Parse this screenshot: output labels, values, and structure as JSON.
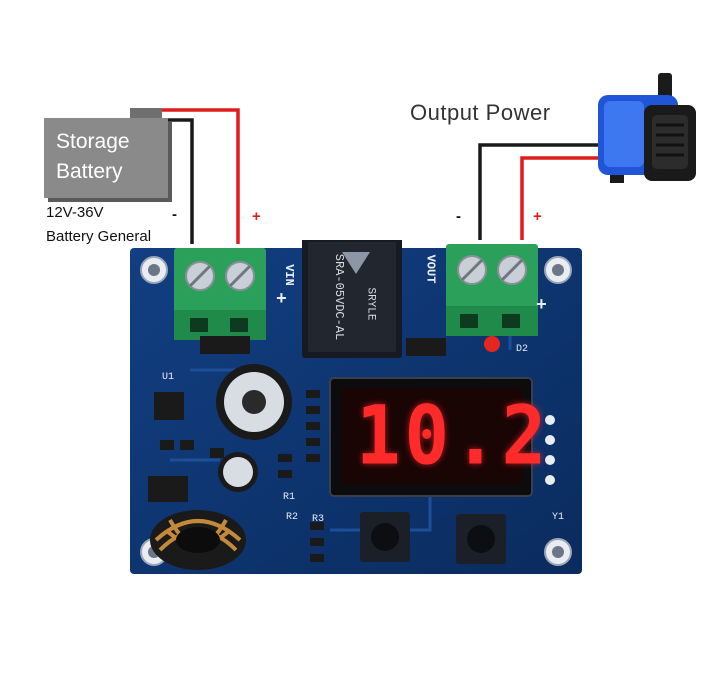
{
  "battery": {
    "line1": "Storage",
    "line2": "Battery"
  },
  "battery_spec": {
    "line1": "12V-36V",
    "line2": "Battery General"
  },
  "battery_polarity": {
    "neg": "-",
    "pos": "+"
  },
  "output": {
    "label": "Output Power"
  },
  "output_polarity": {
    "neg": "-",
    "pos": "+"
  },
  "board": {
    "vin_label": "VIN",
    "vout_label": "VOUT",
    "relay_model": "SRA-05VDC-AL",
    "relay_brand": "SRYLE",
    "display_value": "10.2",
    "terminal_plus_left": "+",
    "terminal_plus_right": "+",
    "labels": [
      "U1",
      "D2",
      "R1",
      "R2",
      "R3",
      "Y1"
    ]
  },
  "colors": {
    "pcb": "#0f3a78",
    "pcb_dark": "#0a2a5a",
    "terminal": "#2aa05a",
    "wire_red": "#e01b1b",
    "wire_black": "#1a1a1a",
    "display": "#ff2a2a"
  }
}
